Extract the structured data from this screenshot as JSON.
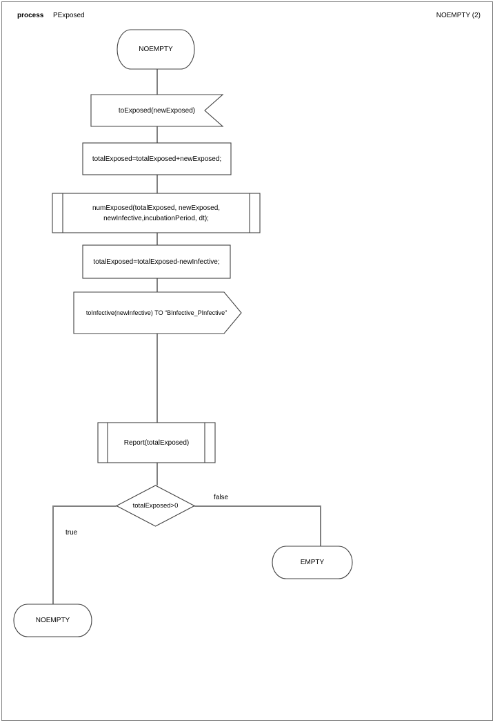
{
  "header": {
    "kind_label": "process",
    "process_name": "PExposed",
    "page_label": "NOEMPTY (2)"
  },
  "diagram": {
    "nodes": {
      "start_state": {
        "type": "state",
        "label": "NOEMPTY"
      },
      "input_signal": {
        "type": "input-signal",
        "label": "toExposed(newExposed)"
      },
      "task1": {
        "type": "task",
        "label": "totalExposed=totalExposed+newExposed;"
      },
      "procedure_call": {
        "type": "procedure-call",
        "line1": "numExposed(totalExposed, newExposed,",
        "line2": "newInfective,incubationPeriod, dt);"
      },
      "task2": {
        "type": "task",
        "label": "totalExposed=totalExposed-newInfective;"
      },
      "output_signal": {
        "type": "output-signal",
        "label": "toInfective(newInfective) TO “BInfective_PInfective”"
      },
      "report_call": {
        "type": "procedure-call",
        "label": "Report(totalExposed)"
      },
      "decision": {
        "type": "decision",
        "label": "totalExposed>0"
      },
      "empty_state": {
        "type": "state",
        "label": "EMPTY"
      },
      "noempty_state": {
        "type": "state",
        "label": "NOEMPTY"
      }
    },
    "branches": {
      "true_label": "true",
      "false_label": "false"
    }
  },
  "colors": {
    "shape_border": "#404040",
    "connector": "#808080",
    "text": "#000000",
    "page_border": "#7f7f7f"
  }
}
